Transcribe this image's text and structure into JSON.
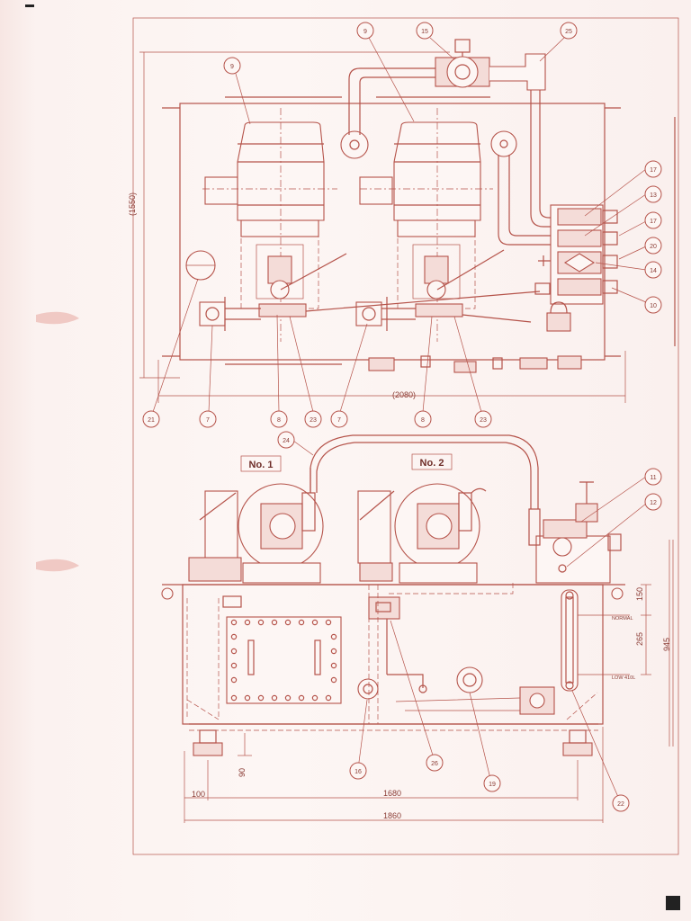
{
  "dimensions": {
    "top_height": "(1550)",
    "top_width": "(2080)",
    "level_top": "150",
    "level_mid": "265",
    "level_total": "945",
    "foot_height": "90",
    "foot_offset": "100",
    "inner_length": "1680",
    "overall_length": "1860"
  },
  "unit_labels": {
    "unit1": "No. 1",
    "unit2": "No. 2"
  },
  "level_labels": {
    "normal": "NORMAL",
    "low": "LOW 410L"
  },
  "callouts_top": [
    {
      "id": "c-top-9a",
      "text": "9"
    },
    {
      "id": "c-top-9b",
      "text": "9"
    },
    {
      "id": "c-top-15",
      "text": "15"
    },
    {
      "id": "c-top-25",
      "text": "25"
    },
    {
      "id": "c-top-17a",
      "text": "17"
    },
    {
      "id": "c-top-13",
      "text": "13"
    },
    {
      "id": "c-top-17b",
      "text": "17"
    },
    {
      "id": "c-top-20",
      "text": "20"
    },
    {
      "id": "c-top-14",
      "text": "14"
    },
    {
      "id": "c-top-10",
      "text": "10"
    },
    {
      "id": "c-top-21",
      "text": "21"
    },
    {
      "id": "c-top-7a",
      "text": "7"
    },
    {
      "id": "c-top-8a",
      "text": "8"
    },
    {
      "id": "c-top-23a",
      "text": "23"
    },
    {
      "id": "c-top-7b",
      "text": "7"
    },
    {
      "id": "c-top-8b",
      "text": "8"
    },
    {
      "id": "c-top-23b",
      "text": "23"
    }
  ],
  "callouts_bottom": [
    {
      "id": "c-bot-24",
      "text": "24"
    },
    {
      "id": "c-bot-11",
      "text": "11"
    },
    {
      "id": "c-bot-12",
      "text": "12"
    },
    {
      "id": "c-bot-16",
      "text": "16"
    },
    {
      "id": "c-bot-26",
      "text": "26"
    },
    {
      "id": "c-bot-19",
      "text": "19"
    },
    {
      "id": "c-bot-22",
      "text": "22"
    }
  ]
}
